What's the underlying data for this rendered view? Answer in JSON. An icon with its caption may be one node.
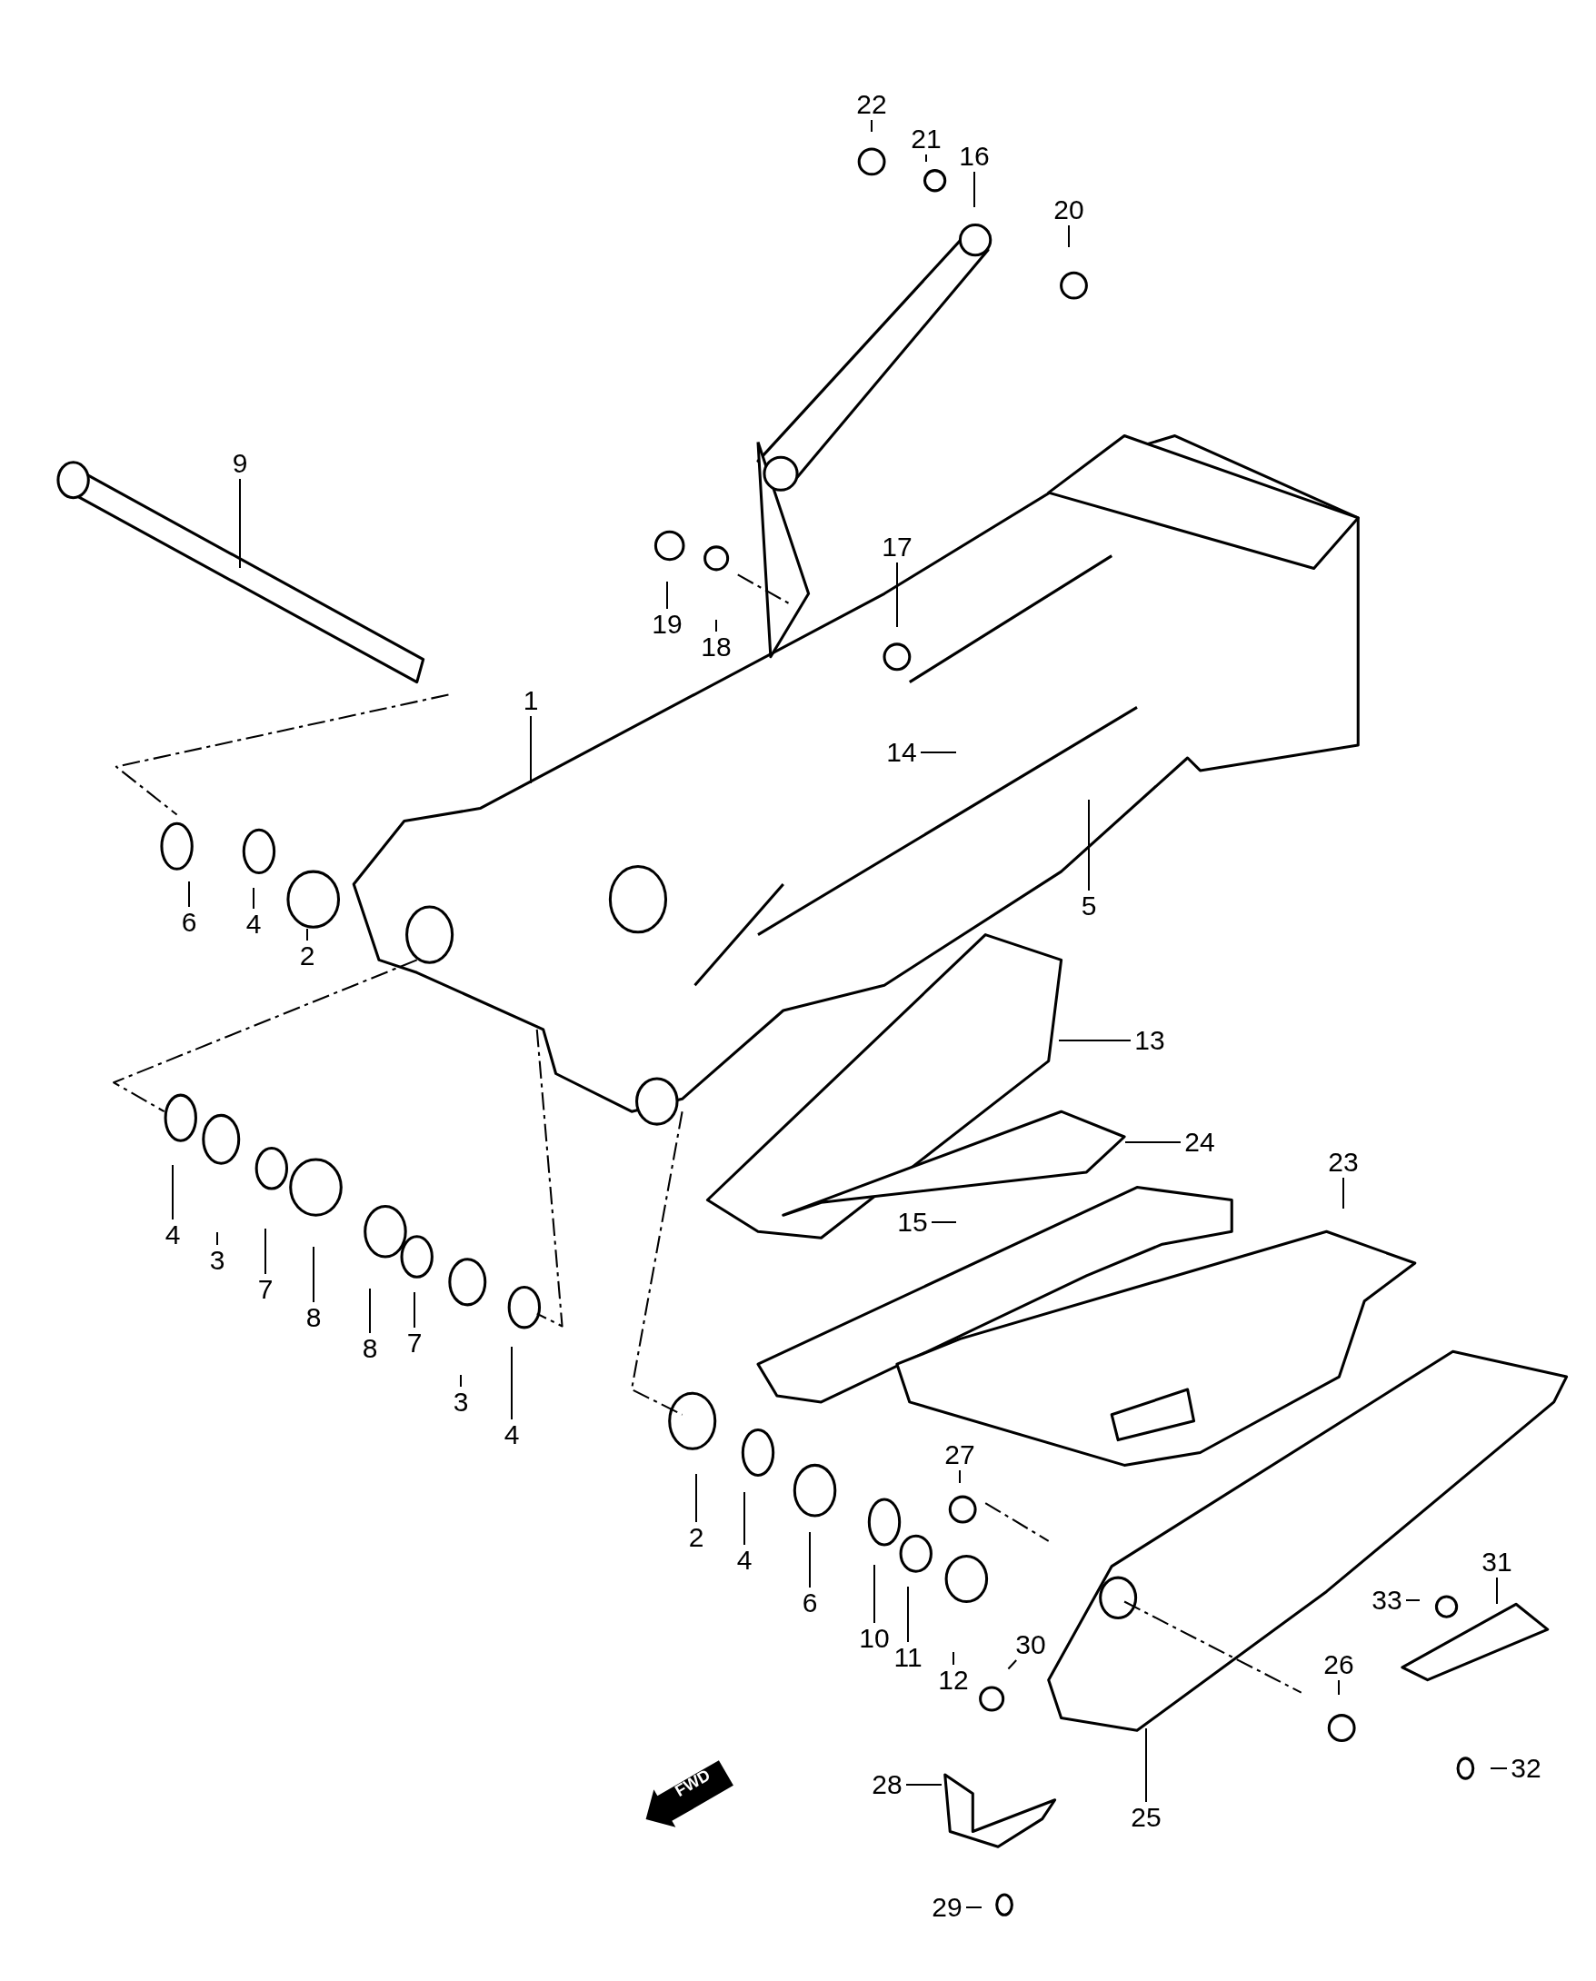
{
  "diagram": {
    "nodes": [
      {
        "text": [
          "22"
        ]
      },
      {
        "text": [
          "21"
        ]
      },
      {
        "text": [
          "16"
        ]
      },
      {
        "text": [
          "20"
        ]
      },
      {
        "text": [
          "9"
        ]
      },
      {
        "text": [
          "19"
        ]
      },
      {
        "text": [
          "17"
        ]
      },
      {
        "text": [
          "18"
        ]
      },
      {
        "text": [
          "1"
        ]
      },
      {
        "text": [
          "14"
        ]
      },
      {
        "text": [
          "6"
        ]
      },
      {
        "text": [
          "4"
        ]
      },
      {
        "text": [
          "2"
        ]
      },
      {
        "text": [
          "5"
        ]
      },
      {
        "text": [
          "13"
        ]
      },
      {
        "text": [
          "24"
        ]
      },
      {
        "text": [
          "23"
        ]
      },
      {
        "text": [
          "15"
        ]
      },
      {
        "text": [
          "4"
        ]
      },
      {
        "text": [
          "3"
        ]
      },
      {
        "text": [
          "7"
        ]
      },
      {
        "text": [
          "8"
        ]
      },
      {
        "text": [
          "8"
        ]
      },
      {
        "text": [
          "7"
        ]
      },
      {
        "text": [
          "3"
        ]
      },
      {
        "text": [
          "4"
        ]
      },
      {
        "text": [
          "27"
        ]
      },
      {
        "text": [
          "2"
        ]
      },
      {
        "text": [
          "4"
        ]
      },
      {
        "text": [
          "6"
        ]
      },
      {
        "text": [
          "10"
        ]
      },
      {
        "text": [
          "11"
        ]
      },
      {
        "text": [
          "12"
        ]
      },
      {
        "text": [
          "30"
        ]
      },
      {
        "text": [
          "33"
        ]
      },
      {
        "text": [
          "31"
        ]
      },
      {
        "text": [
          "26"
        ]
      },
      {
        "text": [
          "32"
        ]
      },
      {
        "text": [
          "28"
        ]
      },
      {
        "text": [
          "25"
        ]
      },
      {
        "text": [
          "29"
        ]
      }
    ],
    "edges": [
      {
        "from": 0,
        "to": null,
        "arrow": "none"
      },
      {
        "from": 1,
        "to": null,
        "arrow": "none"
      },
      {
        "from": 2,
        "to": null,
        "arrow": "none"
      },
      {
        "from": 3,
        "to": null,
        "arrow": "none"
      },
      {
        "from": 4,
        "to": null,
        "arrow": "none"
      },
      {
        "from": 5,
        "to": null,
        "arrow": "none"
      },
      {
        "from": 6,
        "to": null,
        "arrow": "none"
      },
      {
        "from": 7,
        "to": null,
        "arrow": "none"
      },
      {
        "from": 8,
        "to": null,
        "arrow": "none"
      },
      {
        "from": 9,
        "to": null,
        "arrow": "none"
      },
      {
        "from": 10,
        "to": null,
        "arrow": "none"
      },
      {
        "from": 11,
        "to": null,
        "arrow": "none"
      },
      {
        "from": 12,
        "to": null,
        "arrow": "none"
      },
      {
        "from": 13,
        "to": null,
        "arrow": "none"
      },
      {
        "from": 14,
        "to": null,
        "arrow": "none"
      },
      {
        "from": 15,
        "to": null,
        "arrow": "none"
      },
      {
        "from": 16,
        "to": null,
        "arrow": "none"
      },
      {
        "from": 17,
        "to": null,
        "arrow": "none"
      },
      {
        "from": 18,
        "to": null,
        "arrow": "none"
      },
      {
        "from": 19,
        "to": null,
        "arrow": "none"
      },
      {
        "from": 20,
        "to": null,
        "arrow": "none"
      },
      {
        "from": 21,
        "to": null,
        "arrow": "none"
      },
      {
        "from": 22,
        "to": null,
        "arrow": "none"
      },
      {
        "from": 23,
        "to": null,
        "arrow": "none"
      },
      {
        "from": 24,
        "to": null,
        "arrow": "none"
      },
      {
        "from": 25,
        "to": null,
        "arrow": "none"
      },
      {
        "from": 26,
        "to": null,
        "arrow": "none"
      },
      {
        "from": 27,
        "to": null,
        "arrow": "none"
      },
      {
        "from": 28,
        "to": null,
        "arrow": "none"
      },
      {
        "from": 29,
        "to": null,
        "arrow": "none"
      },
      {
        "from": 30,
        "to": null,
        "arrow": "none"
      },
      {
        "from": 31,
        "to": null,
        "arrow": "none"
      },
      {
        "from": 32,
        "to": null,
        "arrow": "none"
      },
      {
        "from": 33,
        "to": null,
        "arrow": "none"
      },
      {
        "from": 34,
        "to": null,
        "arrow": "none"
      },
      {
        "from": 35,
        "to": null,
        "arrow": "none"
      },
      {
        "from": 36,
        "to": null,
        "arrow": "none"
      },
      {
        "from": 37,
        "to": null,
        "arrow": "none"
      },
      {
        "from": 38,
        "to": null,
        "arrow": "none"
      },
      {
        "from": 39,
        "to": null,
        "arrow": "none"
      },
      {
        "from": 40,
        "to": null,
        "arrow": "none"
      }
    ],
    "labels": [
      "FWD"
    ]
  }
}
